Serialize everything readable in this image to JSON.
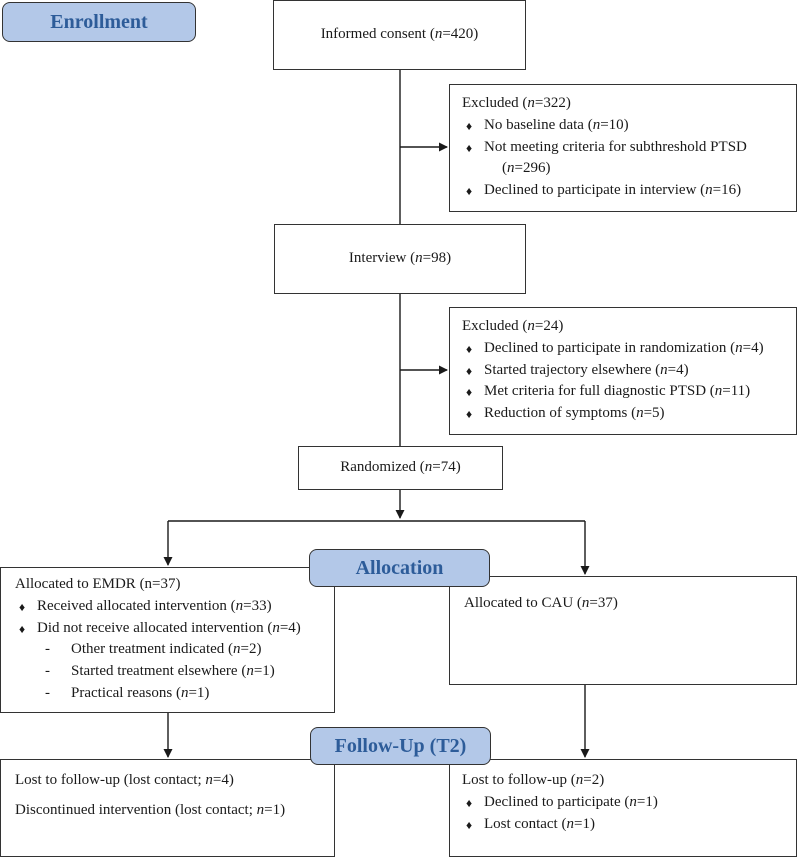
{
  "phases": {
    "enrollment": "Enrollment",
    "allocation": "Allocation",
    "follow_up": "Follow-Up (T2)"
  },
  "informed_consent": {
    "label": "Informed consent (",
    "n": "n",
    "value": "=420)"
  },
  "excluded_1": {
    "header": {
      "label": "Excluded (",
      "n": "n",
      "value": "=322)"
    },
    "items": [
      {
        "label": "No baseline data (",
        "n": "n",
        "value": "=10)"
      },
      {
        "label": "Not meeting criteria for subthreshold PTSD"
      },
      {
        "open": "(",
        "n": "n",
        "value": "=296)"
      },
      {
        "label": "Declined to participate in interview (",
        "n": "n",
        "value": "=16)"
      }
    ]
  },
  "interview": {
    "label": "Interview (",
    "n": "n",
    "value": "=98)"
  },
  "excluded_2": {
    "header": {
      "label": "Excluded (",
      "n": "n",
      "value": "=24)"
    },
    "items": [
      {
        "label": "Declined to participate in randomization (",
        "n": "n",
        "value": "=4)"
      },
      {
        "label": "Started trajectory elsewhere (",
        "n": "n",
        "value": "=4)"
      },
      {
        "label": "Met criteria for full diagnostic PTSD (",
        "n": "n",
        "value": "=11)"
      },
      {
        "label": "Reduction of symptoms (",
        "n": "n",
        "value": "=5)"
      }
    ]
  },
  "randomized": {
    "label": "Randomized (",
    "n": "n",
    "value": "=74)"
  },
  "emdr": {
    "header": "Allocated to EMDR (n=37)",
    "items": [
      {
        "label": "Received allocated intervention (",
        "n": "n",
        "value": "=33)"
      },
      {
        "label": "Did not receive allocated intervention (",
        "n": "n",
        "value": "=4)"
      }
    ],
    "sub_items": [
      {
        "label": "Other treatment indicated (",
        "n": "n",
        "value": "=2)"
      },
      {
        "label": "Started treatment elsewhere (",
        "n": "n",
        "value": "=1)"
      },
      {
        "label": "Practical reasons (",
        "n": "n",
        "value": "=1)"
      }
    ]
  },
  "cau": {
    "label": "Allocated to CAU (",
    "n": "n",
    "value": "=37)"
  },
  "emdr_follow": {
    "line1": {
      "label": "Lost to follow-up (lost contact; ",
      "n": "n",
      "value": "=4)"
    },
    "line2": {
      "label": "Discontinued intervention (lost contact; ",
      "n": "n",
      "value": "=1)"
    }
  },
  "cau_follow": {
    "header": {
      "label": "Lost to follow-up (",
      "n": "n",
      "value": "=2)"
    },
    "items": [
      {
        "label": "Declined to participate (",
        "n": "n",
        "value": "=1)"
      },
      {
        "label": "Lost contact (",
        "n": "n",
        "value": "=1)"
      }
    ]
  },
  "symbols": {
    "diamond": "♦",
    "dash": "-"
  },
  "colors": {
    "phase_fill": "#b3c8e8",
    "phase_text": "#2d5c99",
    "line": "#333333"
  }
}
